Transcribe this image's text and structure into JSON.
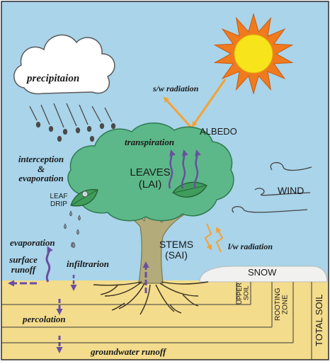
{
  "labels": {
    "precipitation": "precipitaion",
    "sw_radiation": "s/w radiation",
    "albedo": "ALBEDO",
    "transpiration": "transpiration",
    "interception_1": "interception",
    "interception_amp": "&",
    "interception_2": "evaporation",
    "leaves_1": "LEAVES",
    "leaves_2": "(LAI)",
    "leaf_drip_1": "LEAF",
    "leaf_drip_2": "DRIP",
    "wind": "WIND",
    "stems_1": "STEMS",
    "stems_2": "(SAI)",
    "lw_radiation": "l/w radiation",
    "evaporation": "evaporation",
    "surface_runoff_1": "surface",
    "surface_runoff_2": "runoff",
    "infiltration": "infiltrarion",
    "snow": "SNOW",
    "percolation": "percolation",
    "groundwater_runoff": "groundwater runoff",
    "upper_soil_1": "UPPER",
    "upper_soil_2": "SOIL",
    "rooting_zone_1": "ROOTING",
    "rooting_zone_2": "ZONE",
    "total_soil": "TOTAL SOIL"
  },
  "colors": {
    "sky": "#a9d4ea",
    "soil": "#f3dc8c",
    "tree_canopy": "#5cb888",
    "trunk": "#b3ab7a",
    "sun_rays": "#f07a1e",
    "sun_core": "#f7e41a",
    "radiation_arrows": "#f5a232",
    "water_arrows": "#6a4ea0",
    "snow": "#f1f1ef"
  }
}
